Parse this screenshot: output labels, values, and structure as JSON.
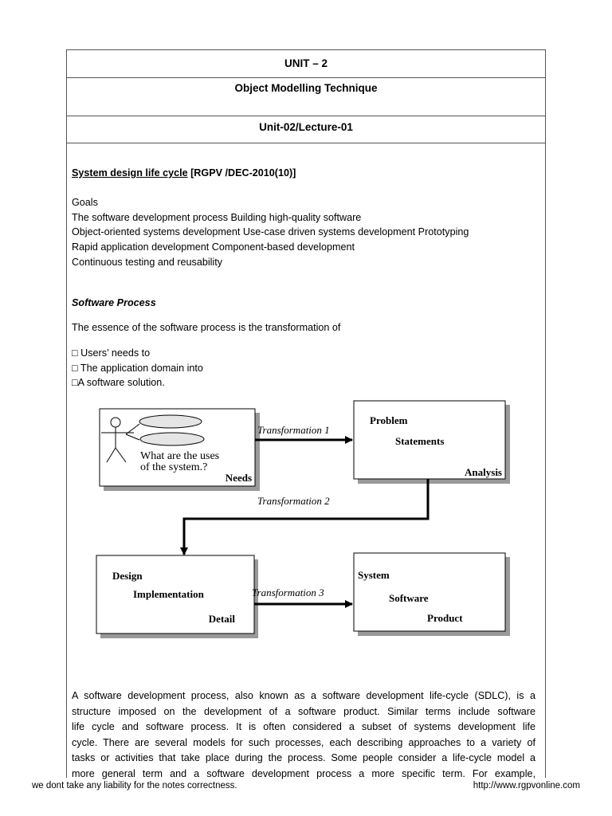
{
  "header": {
    "unit": "UNIT – 2",
    "title": "Object Modelling Technique",
    "lecture": "Unit-02/Lecture-01"
  },
  "section": {
    "title": "System  design  life  cycle",
    "reference": "[RGPV /DEC-2010(10)]"
  },
  "goals": [
    "Goals",
    "The software development process Building high-quality software",
    "Object-oriented systems development Use-case driven systems development Prototyping",
    "Rapid application development Component-based development",
    "Continuous testing and reusability"
  ],
  "software_process": {
    "heading": "Software Process",
    "intro": "The essence of the software process is the transformation of",
    "bullets": [
      "□ Users’ needs to",
      "□ The application domain into",
      "□A software solution."
    ]
  },
  "diagram": {
    "needs_question_line1": "What are the uses",
    "needs_question_line2": "of the system.?",
    "needs_label": "Needs",
    "t1": "Transformation 1",
    "t2": "Transformation 2",
    "t3": "Transformation 3",
    "problem": "Problem",
    "statements": "Statements",
    "analysis": "Analysis",
    "design": "Design",
    "implementation": "Implementation",
    "detail": "Detail",
    "system": "System",
    "software": "Software",
    "product": "Product"
  },
  "paragraph": [
    "A software development process, also known as a software development life-cycle (SDLC), is a",
    "structure imposed on the development of a software product. Similar terms include software",
    "life cycle and software process. It is often considered a subset of systems development life",
    "cycle. There are several models for such processes, each describing approaches to a variety of",
    "tasks or activities that take place during the process. Some people consider a life-cycle model a",
    "more general term and a software development process a more specific term. For example,"
  ],
  "footer": {
    "disclaimer": "we dont take any liability for the notes correctness.",
    "url": "http://www.rgpvonline.com"
  }
}
